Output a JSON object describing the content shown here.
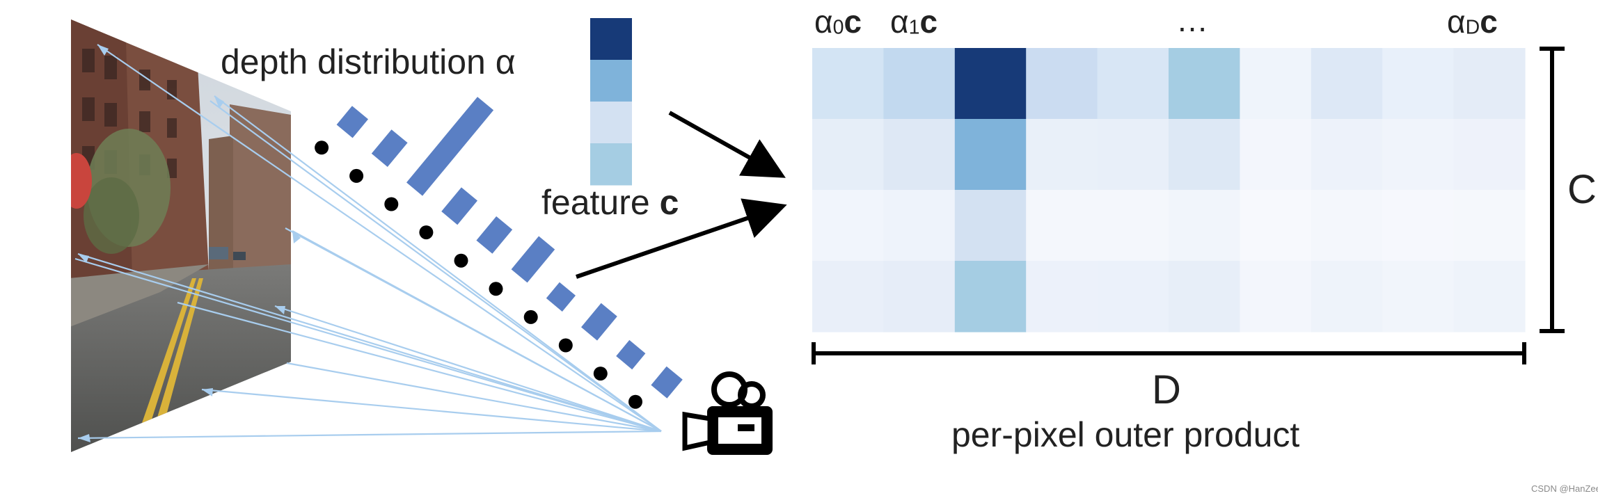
{
  "labels": {
    "depth_distribution": "depth distribution α",
    "feature_prefix": "feature ",
    "feature_symbol": "c",
    "alpha_0": "α",
    "alpha_0_sub": "0",
    "alpha_1": "α",
    "alpha_1_sub": "1",
    "alpha_D": "α",
    "alpha_D_sub": "D",
    "c_symbol": "c",
    "ellipsis": "…",
    "axis_C": "C",
    "axis_D": "D",
    "outer_product": "per-pixel outer product",
    "watermark": "CSDN @HanZee"
  },
  "icons": {
    "camera": "video-camera-icon"
  },
  "colors": {
    "bar_blue": "#5a7fc4",
    "ray_blue": "#a8cdee",
    "dot_black": "#000000",
    "dark_navy": "#173a78"
  },
  "feature_vector": [
    "#173a78",
    "#7fb3da",
    "#d3e1f2",
    "#a5cde3"
  ],
  "depth_bins": [
    0.35,
    0.45,
    1.6,
    0.45,
    0.45,
    0.62,
    0.3,
    0.45,
    0.3,
    0.35
  ],
  "outer_product_grid": [
    [
      "#d3e4f4",
      "#c2d9ef",
      "#173a78",
      "#cbdcf1",
      "#d8e6f5",
      "#a5cde3",
      "#eff4fb",
      "#dde8f6",
      "#e8f0fa",
      "#e4ecf7"
    ],
    [
      "#e6eef8",
      "#dee8f5",
      "#7fb3da",
      "#e9f0f9",
      "#e8eff9",
      "#dde8f5",
      "#f3f6fc",
      "#edf2fa",
      "#f0f4fb",
      "#eef2fa"
    ],
    [
      "#f1f5fc",
      "#eef3fb",
      "#d3e1f2",
      "#f4f7fc",
      "#f4f7fc",
      "#f1f5fb",
      "#f7f9fd",
      "#f4f7fc",
      "#f6f8fd",
      "#f5f8fc"
    ],
    [
      "#e9eff9",
      "#e6edf8",
      "#a5cde3",
      "#ecf1fa",
      "#ebf1fa",
      "#e7eef8",
      "#f3f6fc",
      "#eef3fa",
      "#f1f5fb",
      "#eef3fa"
    ]
  ]
}
